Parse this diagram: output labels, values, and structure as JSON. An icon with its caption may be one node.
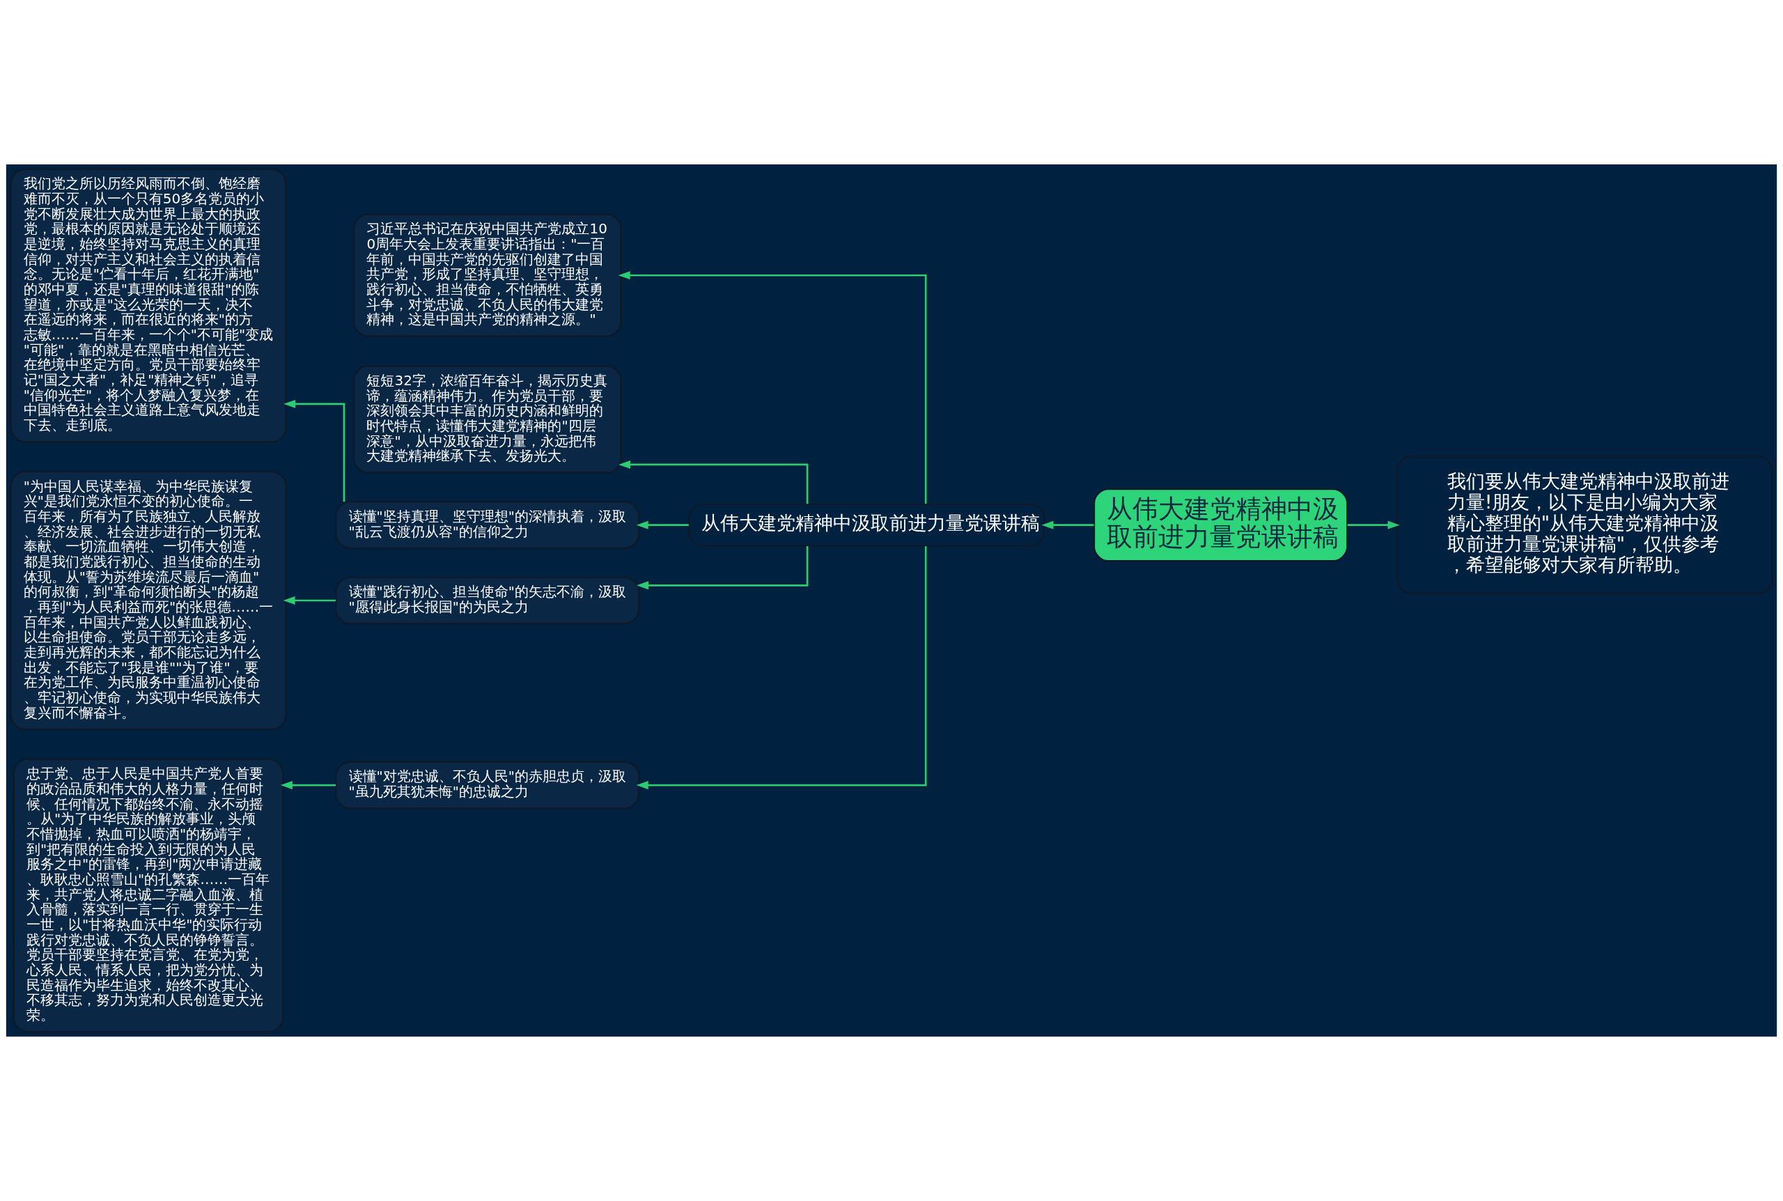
{
  "diagram": {
    "nodes": [
      {
        "text": [
          "从伟大建党精神中汲取前进力量党课讲稿"
        ]
      },
      {
        "text": [
          "我们要从伟大建党精神中汲取前进力量!朋友，以下是由小编为大家精心整理的\"从伟大建党精神中汲取前进力量党课讲稿\"，仅供参考，希望能够对大家有所帮助。"
        ]
      },
      {
        "text": [
          "从伟大建党精神中汲取前进力量党课讲稿"
        ]
      },
      {
        "text": [
          "习近平总书记在庆祝中国共产党成立100周年大会上发表重要讲话指出：\"一百年前，中国共产党的先驱们创建了中国共产党，形成了坚持真理、坚守理想，践行初心、担当使命，不怕牺牲、英勇斗争，对党忠诚、不负人民的伟大建党精神，这是中国共产党的精神之源。\""
        ]
      },
      {
        "text": [
          "短短32字，浓缩百年奋斗，揭示历史真谛，蕴涵精神伟力。作为党员干部，要深刻领会其中丰富的历史内涵和鲜明的时代特点，读懂伟大建党精神的\"四层深意\"，从中汲取奋进力量，永远把伟大建党精神继承下去、发扬光大。"
        ]
      },
      {
        "text": [
          "读懂\"坚持真理、坚守理想\"的深情执着，汲取\"乱云飞渡仍从容\"的信仰之力"
        ]
      },
      {
        "text": [
          "我们党之所以历经风雨而不倒、饱经磨难而不灭，从一个只有50多名党员的小党不断发展壮大成为世界上最大的执政党，最根本的原因就是无论处于顺境还是逆境，始终坚持对马克思主义的真理信仰，对共产主义和社会主义的执着信念。无论是\"伫看十年后，红花开满地\"的邓中夏，还是\"真理的味道很甜\"的陈望道，亦或是\"这么光荣的一天，决不在遥远的将来，而在很近的将来\"的方志敏……一百年来，一个个\"不可能\"变成\"可能\"，靠的就是在黑暗中相信光芒、在绝境中坚定方向。党员干部要始终牢记\"国之大者\"，补足\"精神之钙\"，追寻\"信仰光芒\"，将个人梦融入复兴梦，在中国特色社会主义道路上意气风发地走下去、走到底。"
        ]
      },
      {
        "text": [
          "读懂\"践行初心、担当使命\"的矢志不渝，汲取\"愿得此身长报国\"的为民之力"
        ]
      },
      {
        "text": [
          "\"为中国人民谋幸福、为中华民族谋复兴\"是我们党永恒不变的初心使命。一百年来，所有为了民族独立、人民解放、经济发展、社会进步进行的一切无私奉献、一切流血牺牲、一切伟大创造，都是我们党践行初心、担当使命的生动体现。从\"誓为苏维埃流尽最后一滴血\"的何叔衡，到\"革命何须怕断头\"的杨超，再到\"为人民利益而死\"的张思德……一百年来，中国共产党人以鲜血践初心、以生命担使命。党员干部无论走多远，走到再光辉的未来，都不能忘记为什么出发，不能忘了\"我是谁\"\"为了谁\"，要在为党工作、为民服务中重温初心使命、牢记初心使命，为实现中华民族伟大复兴而不懈奋斗。"
        ]
      },
      {
        "text": [
          "读懂\"对党忠诚、不负人民\"的赤胆忠贞，汲取\"虽九死其犹未悔\"的忠诚之力"
        ]
      },
      {
        "text": [
          "忠于党、忠于人民是中国共产党人首要的政治品质和伟大的人格力量，任何时候、任何情况下都始终不渝、永不动摇。从\"为了中华民族的解放事业，头颅不惜抛掉，热血可以喷洒\"的杨靖宇，到\"把有限的生命投入到无限的为人民服务之中\"的雷锋，再到\"两次申请进藏、耿耿忠心照雪山\"的孔繁森……一百年来，共产党人将忠诚二字融入血液、植入骨髓，落实到一言一行、贯穿于一生一世，以\"甘将热血沃中华\"的实际行动践行对党忠诚、不负人民的铮铮誓言。党员干部要坚持在党言党、在党为党，心系人民、情系人民，把为党分忧、为民造福作为毕生追求，始终不改其心、不移其志，努力为党和人民创造更大光荣。"
        ]
      }
    ],
    "edges": [
      {
        "from": 0,
        "to": 1,
        "arrow": "to"
      },
      {
        "from": 0,
        "to": 2,
        "arrow": "to"
      },
      {
        "from": 2,
        "to": 3,
        "arrow": "to"
      },
      {
        "from": 2,
        "to": 4,
        "arrow": "to"
      },
      {
        "from": 2,
        "to": 5,
        "arrow": "to"
      },
      {
        "from": 5,
        "to": 6,
        "arrow": "to"
      },
      {
        "from": 2,
        "to": 7,
        "arrow": "to"
      },
      {
        "from": 7,
        "to": 8,
        "arrow": "to"
      },
      {
        "from": 2,
        "to": 9,
        "arrow": "to"
      },
      {
        "from": 9,
        "to": 10,
        "arrow": "to"
      }
    ]
  }
}
